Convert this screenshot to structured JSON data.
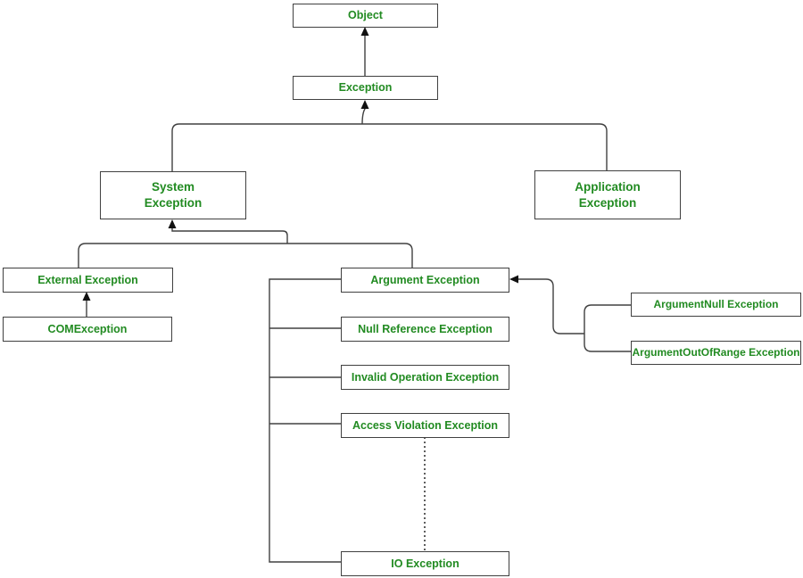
{
  "diagram": {
    "background_color": "#ffffff",
    "node_text_color": "#228B22",
    "node_border_color": "#404040",
    "line_color": "#404040",
    "arrow_color": "#111111",
    "nodes": {
      "object": {
        "label": "Object"
      },
      "exception": {
        "label": "Exception"
      },
      "system_exception": {
        "label": "System\nException"
      },
      "application_exception": {
        "label": "Application\nException"
      },
      "external_exception": {
        "label": "External Exception"
      },
      "com_exception": {
        "label": "COMException"
      },
      "argument_exception": {
        "label": "Argument Exception"
      },
      "null_reference_exception": {
        "label": "Null Reference Exception"
      },
      "invalid_operation_exception": {
        "label": "Invalid Operation Exception"
      },
      "access_violation_exception": {
        "label": "Access Violation Exception"
      },
      "io_exception": {
        "label": "IO Exception"
      },
      "argument_null_exception": {
        "label": "ArgumentNull Exception"
      },
      "argument_out_of_range_exception": {
        "label": "ArgumentOutOfRange Exception"
      }
    },
    "edges": [
      {
        "from": "Exception",
        "to": "Object",
        "style": "solid-arrow-up"
      },
      {
        "from": "System Exception",
        "to": "Exception",
        "style": "solid-arrow-up"
      },
      {
        "from": "Application Exception",
        "to": "Exception",
        "style": "solid-arrow-up"
      },
      {
        "from": "External Exception",
        "to": "System Exception",
        "style": "solid-arrow-up"
      },
      {
        "from": "Argument Exception",
        "to": "System Exception",
        "style": "solid-arrow-up"
      },
      {
        "from": "COMException",
        "to": "External Exception",
        "style": "solid-arrow-up"
      },
      {
        "group": [
          "Argument Exception",
          "Null Reference Exception",
          "Invalid Operation Exception",
          "Access Violation Exception",
          "IO Exception"
        ],
        "style": "left-rail"
      },
      {
        "from": "Access Violation Exception",
        "to": "IO Exception",
        "style": "dotted"
      },
      {
        "group": [
          "ArgumentNull Exception",
          "ArgumentOutOfRange Exception"
        ],
        "to": "Argument Exception",
        "style": "solid-arrow-left"
      }
    ]
  }
}
